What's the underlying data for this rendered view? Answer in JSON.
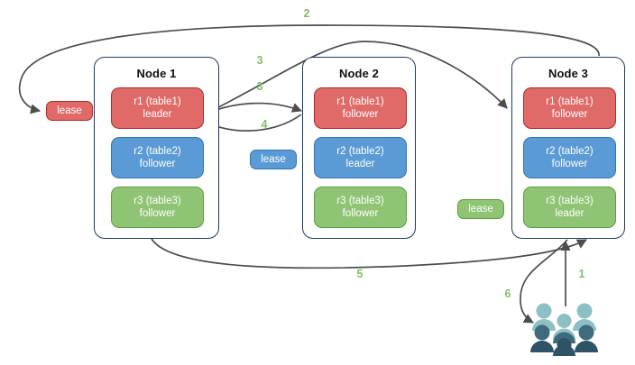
{
  "diagram": {
    "title": "Distributed database lease and replica placement diagram",
    "colors": {
      "red_fill": "#e06a67",
      "red_border": "#b02a26",
      "blue_fill": "#5b9bd5",
      "blue_border": "#2e75b6",
      "green_fill": "#8fc475",
      "green_border": "#5b9e3e",
      "node_border": "#1f3864",
      "arrow": "#4d4d4d",
      "step_label": "#82bd6c",
      "people_light": "#7fb8bd",
      "people_dark": "#2e5266",
      "background": "#ffffff"
    },
    "nodes": [
      {
        "title": "Node 1",
        "replicas": [
          {
            "name": "r1 (table1)",
            "role": "leader",
            "color": "red"
          },
          {
            "name": "r2 (table2)",
            "role": "follower",
            "color": "blue"
          },
          {
            "name": "r3 (table3)",
            "role": "follower",
            "color": "green"
          }
        ]
      },
      {
        "title": "Node 2",
        "replicas": [
          {
            "name": "r1 (table1)",
            "role": "follower",
            "color": "red"
          },
          {
            "name": "r2 (table2)",
            "role": "leader",
            "color": "blue"
          },
          {
            "name": "r3 (table3)",
            "role": "follower",
            "color": "green"
          }
        ]
      },
      {
        "title": "Node 3",
        "replicas": [
          {
            "name": "r1 (table1)",
            "role": "follower",
            "color": "red"
          },
          {
            "name": "r2 (table2)",
            "role": "follower",
            "color": "blue"
          },
          {
            "name": "r3 (table3)",
            "role": "leader",
            "color": "green"
          }
        ]
      }
    ],
    "leases": [
      {
        "label": "lease",
        "color": "red"
      },
      {
        "label": "lease",
        "color": "blue"
      },
      {
        "label": "lease",
        "color": "green"
      }
    ],
    "steps": [
      {
        "label": "2"
      },
      {
        "label": "3"
      },
      {
        "label": "3"
      },
      {
        "label": "4"
      },
      {
        "label": "5"
      },
      {
        "label": "1"
      },
      {
        "label": "6"
      }
    ],
    "people_icon": "people-group-icon"
  }
}
